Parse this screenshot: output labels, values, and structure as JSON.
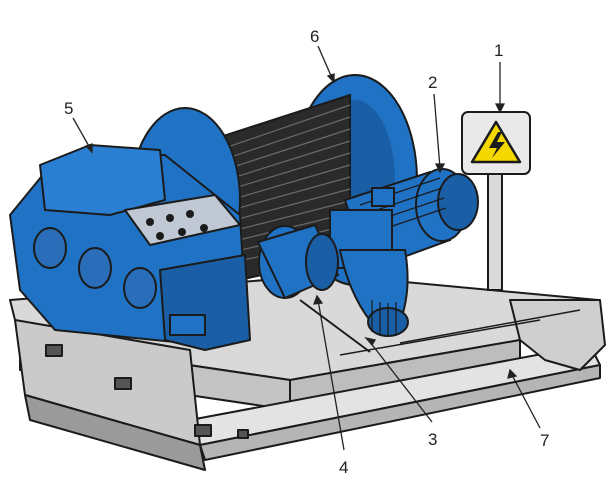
{
  "diagram": {
    "callouts": [
      {
        "id": "c1",
        "label": "1"
      },
      {
        "id": "c2",
        "label": "2"
      },
      {
        "id": "c3",
        "label": "3"
      },
      {
        "id": "c4",
        "label": "4"
      },
      {
        "id": "c5",
        "label": "5"
      },
      {
        "id": "c6",
        "label": "6"
      },
      {
        "id": "c7",
        "label": "7"
      }
    ],
    "warning_sign": {
      "icon": "high-voltage-icon",
      "color": "#f5d800"
    },
    "colors": {
      "machine_blue": "#1f72c4",
      "frame_grey": "#d6d6d6",
      "outline": "#1b1b1b",
      "drum_dark": "#2a2a2a"
    }
  }
}
